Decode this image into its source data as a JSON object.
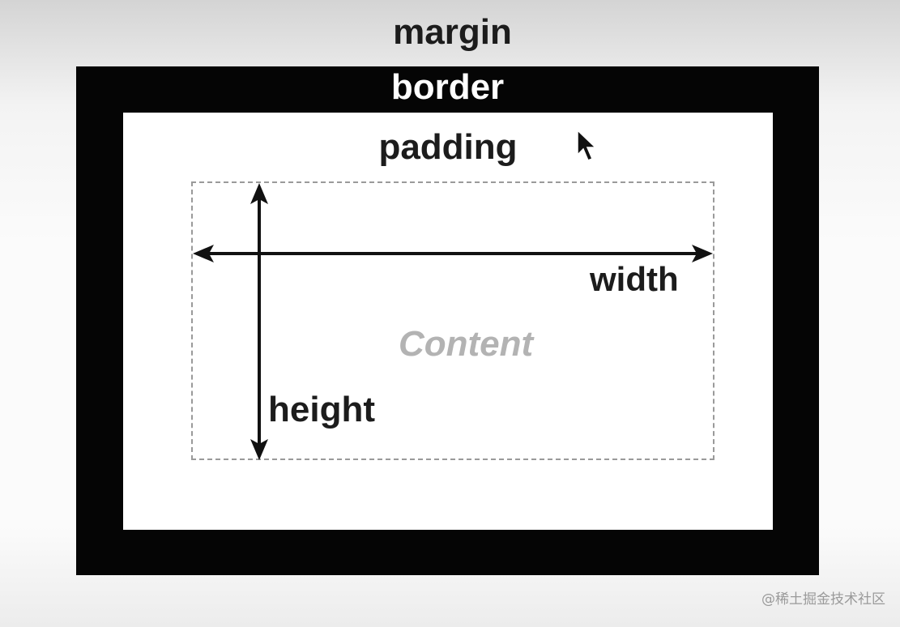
{
  "diagram": {
    "labels": {
      "margin": "margin",
      "border": "border",
      "padding": "padding",
      "content": "Content",
      "width": "width",
      "height": "height"
    },
    "colors": {
      "border": "#050505",
      "padding": "#ffffff",
      "content_outline": "#9a9a9a",
      "content_text": "#b3b3b3",
      "label_text": "#1c1c1c"
    },
    "icons": {
      "width_arrow": "double-headed-horizontal-arrow",
      "height_arrow": "double-headed-vertical-arrow",
      "cursor": "mouse-pointer-icon"
    }
  },
  "watermark": {
    "text": "@稀土掘金技术社区"
  }
}
